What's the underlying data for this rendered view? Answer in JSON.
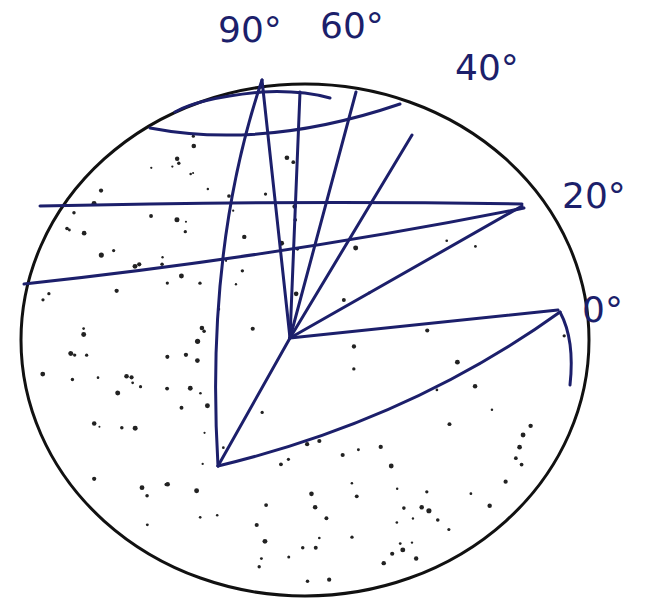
{
  "diagram": {
    "labels": [
      "90°",
      "60°",
      "40°",
      "20°",
      "0°"
    ]
  }
}
